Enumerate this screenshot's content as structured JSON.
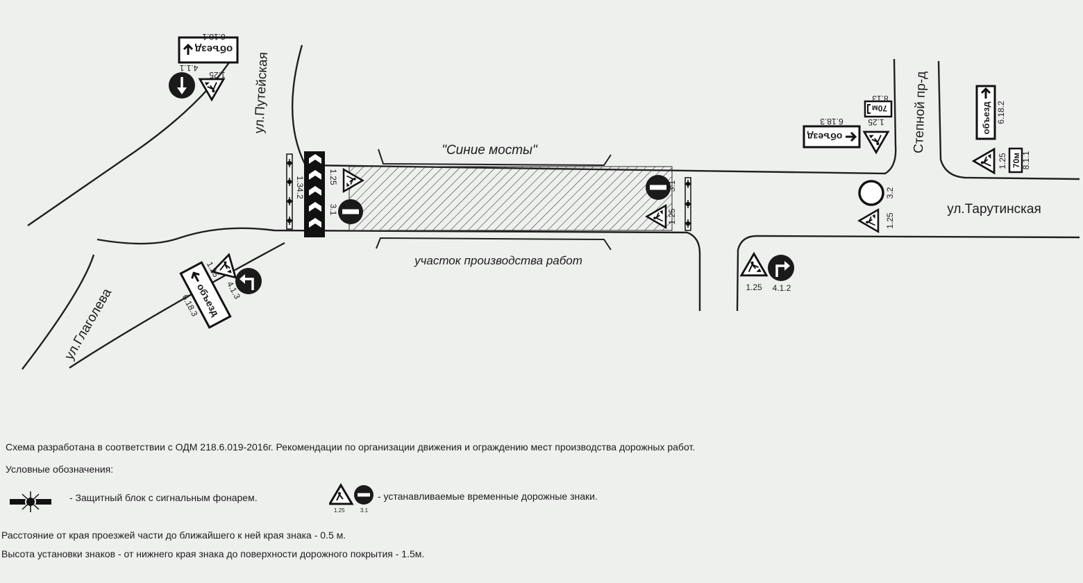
{
  "diagram": {
    "streets": {
      "puteyskaya": "ул.Путейская",
      "glagoleva": "ул.Глаголева",
      "tarutinskaya": "ул.Тарутинская",
      "stepnoy": "Степной пр-д"
    },
    "zones": {
      "bridges": "\"Синие мосты\"",
      "worksite": "участок производства работ"
    },
    "sign_codes": {
      "c125": "1.25",
      "c31": "3.1",
      "c32": "3.2",
      "c411": "4.1.1",
      "c412": "4.1.2",
      "c413": "4.1.3",
      "c6181": "6.18.1",
      "c6182": "6.18.2",
      "c6183": "6.18.3",
      "c813": "8.13",
      "c811": "8.1.1",
      "c1342": "1.34.2"
    },
    "sign_text": {
      "detour": "объезд",
      "dist70": "70м"
    }
  },
  "notes": {
    "line1": "Схема разработана в соответствии с ОДМ 218.6.019-2016г. Рекомендации по организации движения и ограждению мест производства дорожных работ.",
    "legend_title": "Условные обозначения:",
    "legend_block": "- Защитный блок с сигнальным фонарем.",
    "legend_signs": "- устанавливаемые временные дорожные знаки.",
    "legend_code_a": "1.25",
    "legend_code_b": "3.1",
    "distance": "Расстояние от края проезжей части до ближайшего к ней края знака - 0.5 м.",
    "height": "Высота установки знаков -  от нижнего края знака до поверхности дорожного покрытия - 1.5м."
  }
}
